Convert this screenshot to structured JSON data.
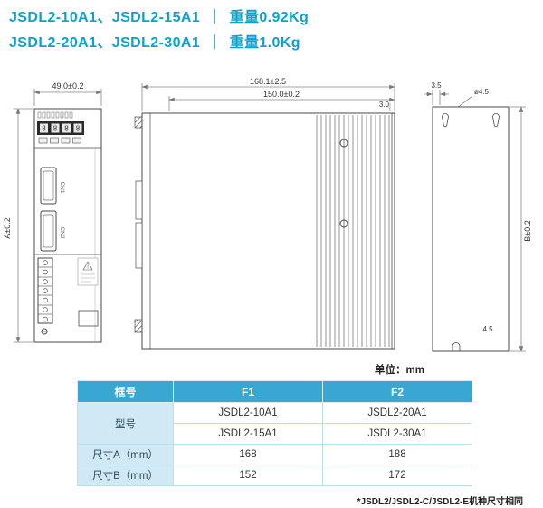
{
  "title": {
    "line1_models": "JSDL2-10A1、JSDL2-15A1",
    "line2_models": "JSDL2-20A1、JSDL2-30A1",
    "separator": "｜",
    "line1_weight": "重量0.92Kg",
    "line2_weight": "重量1.0Kg"
  },
  "drawing": {
    "dims": {
      "front_width": "49.0±0.2",
      "front_height": "A±0.2",
      "side_total": "168.1±2.5",
      "side_inner": "150.0±0.2",
      "side_step": "3.0",
      "back_offset": "3.5",
      "back_hole_dia": "ø4.5",
      "back_height": "B±0.2",
      "back_bottom": "4.5"
    },
    "labels": {
      "cn1": "CN1",
      "cn2": "CN2",
      "display_digit": "8",
      "caution_mark": "!"
    }
  },
  "units_label": "单位：mm",
  "table": {
    "headers": [
      "框号",
      "F1",
      "F2"
    ],
    "model_row_label": "型号",
    "models": {
      "f1": [
        "JSDL2-10A1",
        "JSDL2-15A1"
      ],
      "f2": [
        "JSDL2-20A1",
        "JSDL2-30A1"
      ]
    },
    "dim_a": {
      "label": "尺寸A（mm）",
      "f1": "168",
      "f2": "188"
    },
    "dim_b": {
      "label": "尺寸B（mm）",
      "f1": "152",
      "f2": "172"
    }
  },
  "footnote": "*JSDL2/JSDL2-C/JSDL2-E机种尺寸相同",
  "colors": {
    "accent": "#0ba3c9",
    "table_header_bg": "#38a8d2",
    "table_label_bg": "#cfe9f5"
  }
}
